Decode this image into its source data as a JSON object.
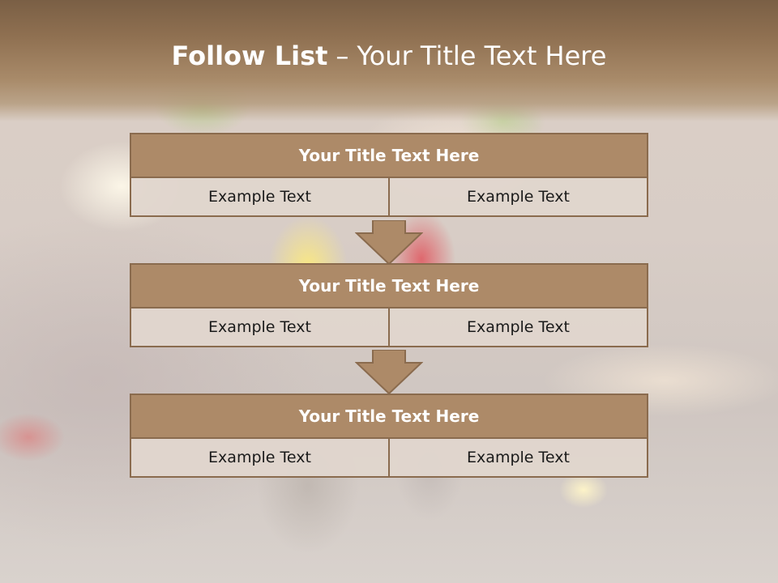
{
  "slide": {
    "title_bold": "Follow List",
    "title_separator": "–",
    "title_rest": "Your Title Text Here"
  },
  "blocks": [
    {
      "title": "Your Title Text Here",
      "cells": [
        "Example Text",
        "Example Text"
      ]
    },
    {
      "title": "Your Title Text Here",
      "cells": [
        "Example Text",
        "Example Text"
      ]
    },
    {
      "title": "Your Title Text Here",
      "cells": [
        "Example Text",
        "Example Text"
      ]
    }
  ],
  "colors": {
    "header_band": "#8f7051",
    "block_title_fill": "#ad8a68",
    "block_border": "#8a6b4e",
    "cell_fill": "#e0d6ce",
    "arrow_fill": "#ad8a68"
  }
}
